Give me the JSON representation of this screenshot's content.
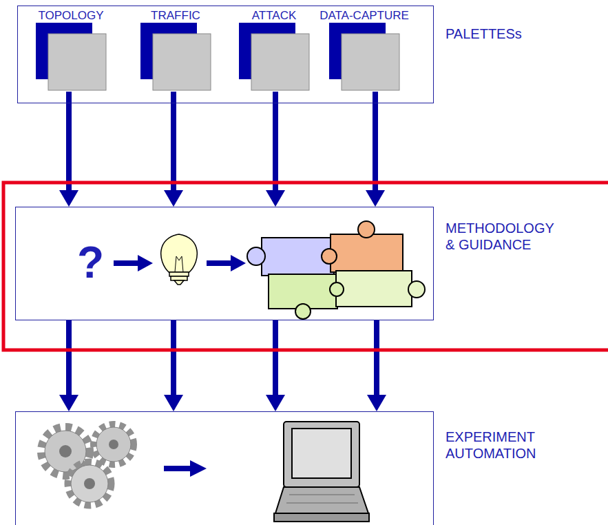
{
  "diagram": {
    "nodes": [
      {
        "text": [
          "PALETTESs"
        ]
      },
      {
        "text": [
          "TOPOLOGY"
        ],
        "in": 0
      },
      {
        "text": [
          "TRAFFIC"
        ],
        "in": 0
      },
      {
        "text": [
          "ATTACK"
        ],
        "in": 0
      },
      {
        "text": [
          "DATA-CAPTURE"
        ],
        "in": 0
      },
      {
        "text": [
          "METHODOLOGY & GUIDANCE"
        ]
      },
      {
        "text": [
          "EXPERIMENT AUTOMATION"
        ]
      }
    ],
    "edges": [
      {
        "from": 1,
        "to": 5,
        "arrow": "to"
      },
      {
        "from": 2,
        "to": 5,
        "arrow": "to"
      },
      {
        "from": 3,
        "to": 5,
        "arrow": "to"
      },
      {
        "from": 4,
        "to": 5,
        "arrow": "to"
      },
      {
        "from": 5,
        "to": 6,
        "arrow": "to"
      },
      {
        "from": 5,
        "to": 6,
        "arrow": "to"
      },
      {
        "from": 5,
        "to": 6,
        "arrow": "to"
      },
      {
        "from": 5,
        "to": 6,
        "arrow": "to"
      }
    ],
    "labels": [
      "?"
    ]
  }
}
